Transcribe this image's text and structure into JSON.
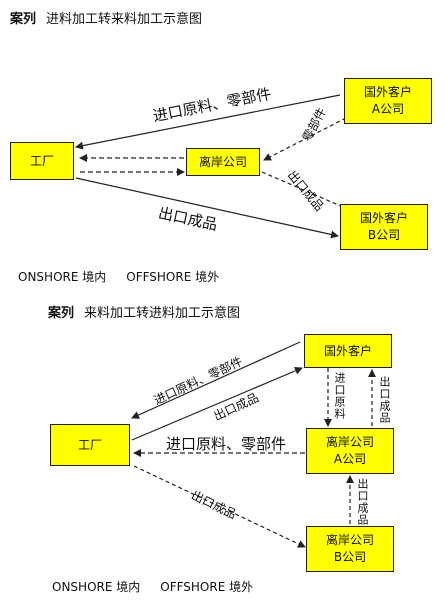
{
  "diagram1": {
    "tag": "案列",
    "title": "进料加工转来料加工示意图",
    "factory": "工厂",
    "offshore_company": "离岸公司",
    "client_a": {
      "line1": "国外客户",
      "line2": "A公司"
    },
    "client_b": {
      "line1": "国外客户",
      "line2": "B公司"
    },
    "label_import": "进口原料、零部件",
    "label_export": "出口成品",
    "label_parts": "零部件",
    "label_products": "出口成品",
    "footer_onshore": "ONSHORE 境内",
    "footer_offshore": "OFFSHORE 境外"
  },
  "diagram2": {
    "tag": "案列",
    "title": "来料加工转进料加工示意图",
    "factory": "工厂",
    "foreign_client": "国外客户",
    "offshore_a": {
      "line1": "离岸公司",
      "line2": "A公司"
    },
    "offshore_b": {
      "line1": "离岸公司",
      "line2": "B公司"
    },
    "label_import_top": "进口原料、零部件",
    "label_export_top": "出口成品",
    "label_import_mid": "进口原料、零部件",
    "label_export_bottom": "出口成品",
    "label_v_import": "进口原料",
    "label_v_export": "出口成品",
    "label_v_export_b": "出口成品",
    "footer_onshore": "ONSHORE 境内",
    "footer_offshore": "OFFSHORE 境外"
  },
  "colors": {
    "box_fill": "#ffff00",
    "line": "#222222"
  }
}
